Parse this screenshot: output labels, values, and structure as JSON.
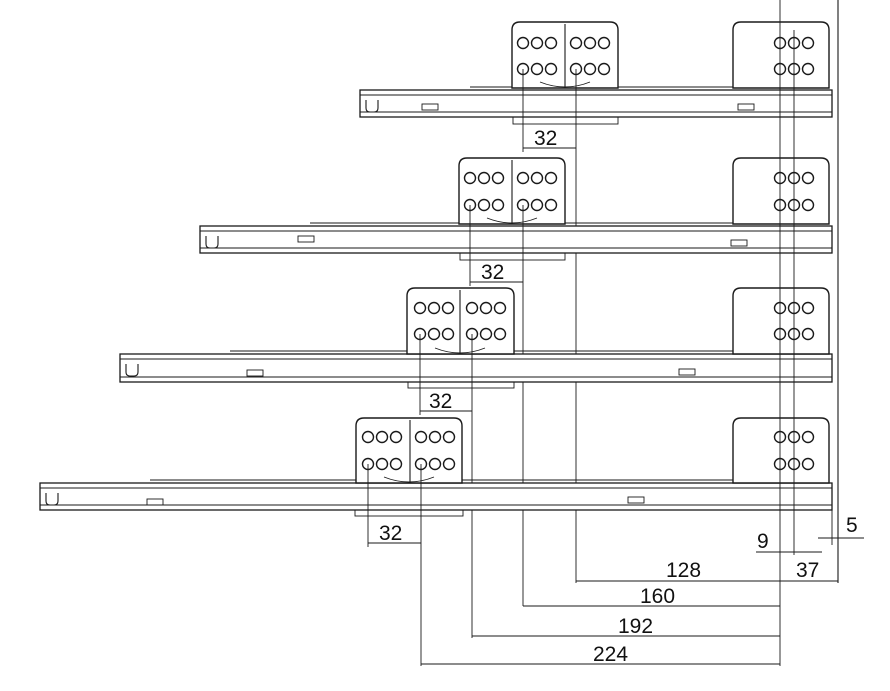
{
  "dimensions": {
    "spacing_32": "32",
    "d_128": "128",
    "d_160": "160",
    "d_192": "192",
    "d_224": "224",
    "d_37": "37",
    "d_9": "9",
    "d_5": "5"
  },
  "colors": {
    "line": "#1a1a1a",
    "background": "#ffffff"
  }
}
